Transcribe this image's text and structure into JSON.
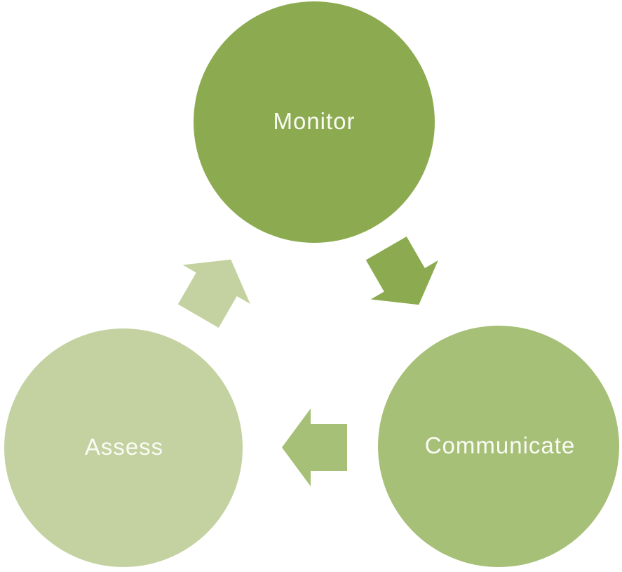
{
  "diagram": {
    "type": "cycle",
    "background_color": "#ffffff",
    "nodes": [
      {
        "id": "monitor",
        "label": "Monitor",
        "color": "#8cab50",
        "text_color": "#fbfbf6"
      },
      {
        "id": "communicate",
        "label": "Communicate",
        "color": "#a6c077",
        "text_color": "#fbfbf6"
      },
      {
        "id": "assess",
        "label": "Assess",
        "color": "#c3d2a0",
        "text_color": "#fbfbf6"
      }
    ],
    "arrows": [
      {
        "id": "monitor-to-communicate",
        "from": "Monitor",
        "to": "Communicate",
        "color": "#8cab50"
      },
      {
        "id": "communicate-to-assess",
        "from": "Communicate",
        "to": "Assess",
        "color": "#a6c077"
      },
      {
        "id": "assess-to-monitor",
        "from": "Assess",
        "to": "Monitor",
        "color": "#c3d2a0"
      }
    ]
  }
}
